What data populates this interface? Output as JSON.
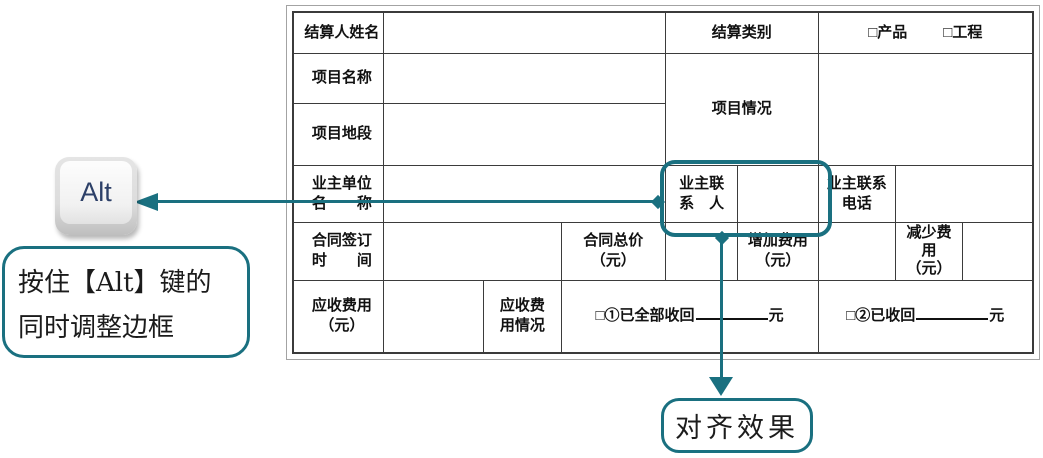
{
  "colors": {
    "accent_teal": "#1a7080",
    "grid_line": "#3b3b3b",
    "alt_text": "#2d4068"
  },
  "alt_key": {
    "label": "Alt"
  },
  "callout": {
    "line1": "按住【Alt】键的",
    "line2": "同时调整边框"
  },
  "result_bubble": {
    "label": "对齐效果"
  },
  "form": {
    "settler_name_label": "结算人姓名",
    "settlement_category_label": "结算类别",
    "category_product": "□产品",
    "category_project": "□工程",
    "project_name_label": "项目名称",
    "project_situation_label": "项目情况",
    "project_location_label": "项目地段",
    "owner_unit_line1": "业主单位",
    "owner_unit_line2": "名　　称",
    "owner_contact_line1": "业主联",
    "owner_contact_line2": "系　人",
    "owner_phone_line1": "业主联系",
    "owner_phone_line2": "电话",
    "contract_date_line1": "合同签订",
    "contract_date_line2": "时　　间",
    "contract_total_line1": "合同总价",
    "contract_total_line2": "（元）",
    "added_cost_line1": "增加费用",
    "added_cost_line2": "（元）",
    "reduced_cost_line1": "减少费",
    "reduced_cost_line2": "用",
    "reduced_cost_line3": "（元）",
    "receivable_line1": "应收费用",
    "receivable_line2": "（元）",
    "receivable_status_line1": "应收费",
    "receivable_status_line2": "用情况",
    "recovered_all_prefix": "□①已全部收回",
    "recovered_all_suffix": "元",
    "recovered_part_prefix": "□②已收回",
    "recovered_part_suffix": "元"
  }
}
